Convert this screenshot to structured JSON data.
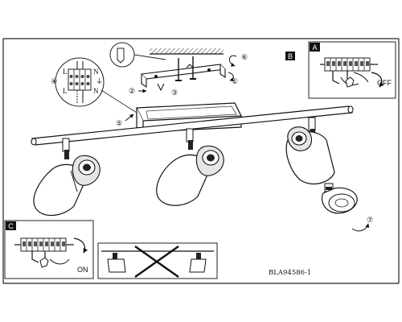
{
  "panels": {
    "main": {
      "tag": "B"
    },
    "top_right": {
      "tag": "A",
      "switch_label": "OFF"
    },
    "bottom_left": {
      "tag": "C",
      "switch_label": "ON"
    }
  },
  "steps": [
    "①",
    "②",
    "③",
    "④",
    "⑤",
    "⑥",
    "⑦"
  ],
  "terminal_labels": {
    "live": "L",
    "neutral": "N"
  },
  "model_code": "BLA94586-1"
}
